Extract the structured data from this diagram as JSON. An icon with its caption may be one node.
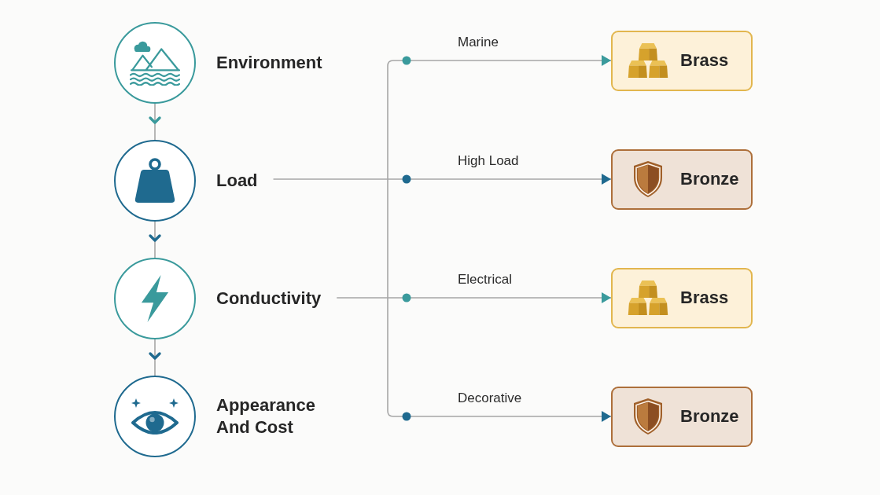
{
  "diagram": {
    "nodes": [
      {
        "text": [
          "Environment"
        ]
      },
      {
        "text": [
          "Load"
        ]
      },
      {
        "text": [
          "Conductivity"
        ]
      },
      {
        "text": [
          "Appearance And Cost"
        ]
      },
      {
        "text": [
          "Brass"
        ]
      },
      {
        "text": [
          "Bronze"
        ]
      },
      {
        "text": [
          "Brass"
        ]
      },
      {
        "text": [
          "Bronze"
        ]
      }
    ],
    "edges": [
      {
        "from": 0,
        "to": 1,
        "arrow": "to"
      },
      {
        "from": 1,
        "to": 2,
        "arrow": "to"
      },
      {
        "from": 2,
        "to": 3,
        "arrow": "to"
      },
      {
        "from": null,
        "to": 4,
        "arrow": "to",
        "label": "Marine"
      },
      {
        "from": 1,
        "to": 5,
        "arrow": "to",
        "label": "High Load"
      },
      {
        "from": 2,
        "to": 6,
        "arrow": "to",
        "label": "Electrical"
      },
      {
        "from": null,
        "to": 7,
        "arrow": "to",
        "label": "Decorative"
      }
    ]
  }
}
